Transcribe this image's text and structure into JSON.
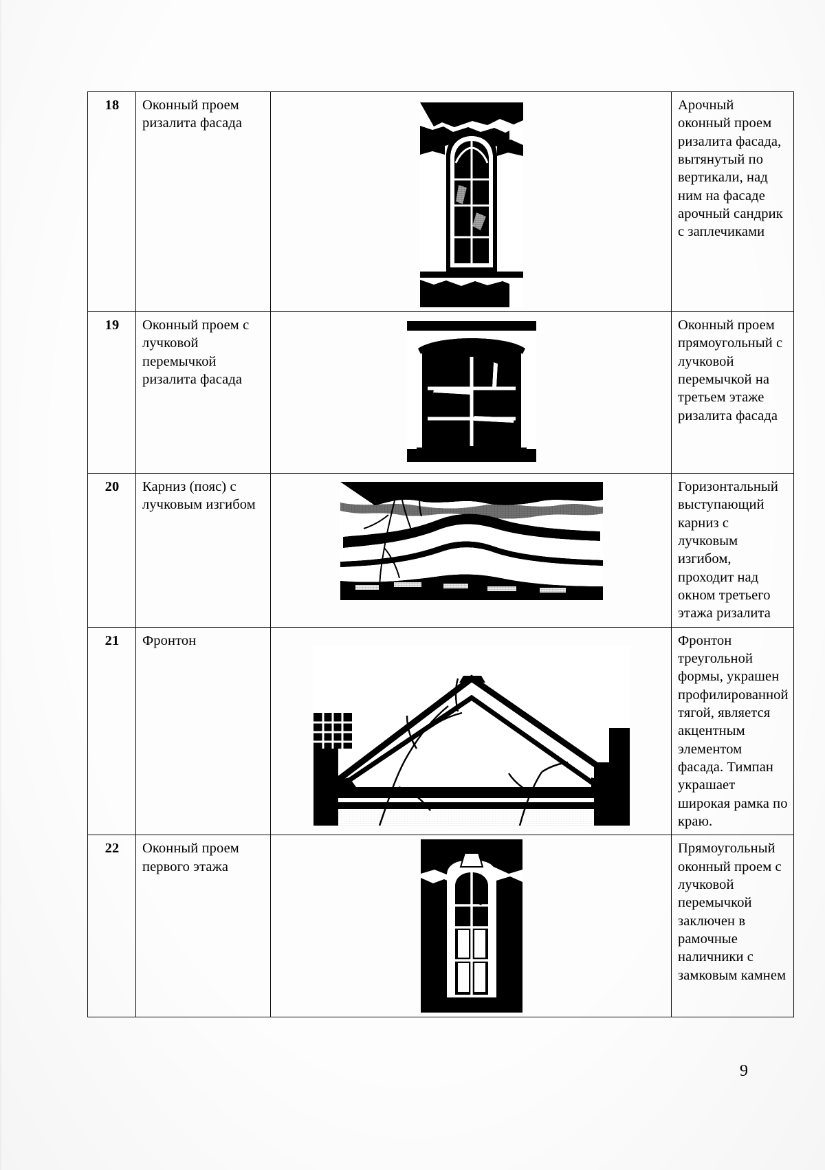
{
  "document": {
    "page_number": "9",
    "columns": [
      "",
      "",
      "",
      ""
    ],
    "rows": [
      {
        "num": "18",
        "name": "Оконный проем ризалита фасада",
        "image": "arched-window-photo",
        "description": "Арочный оконный проем ризалита фасада, вытянутый по вертикали, над ним на фасаде арочный сандрик с заплечиками"
      },
      {
        "num": "19",
        "name": "Оконный проем с лучковой перемычкой ризалита фасада",
        "image": "segmental-arch-window-photo",
        "description": "Оконный проем прямоугольный с лучковой перемычкой на третьем этаже ризалита фасада"
      },
      {
        "num": "20",
        "name": "Карниз (пояс) с лучковым изгибом",
        "image": "cornice-belt-photo",
        "description": "Горизонтальный выступающий карниз с лучковым изгибом, проходит над окном третьего этажа ризалита"
      },
      {
        "num": "21",
        "name": "Фронтон",
        "image": "pediment-photo",
        "description": "Фронтон треугольной формы, украшен профилированной тягой, является акцентным элементом фасада. Тимпан украшает широкая рамка по краю."
      },
      {
        "num": "22",
        "name": "Оконный проем первого этажа",
        "image": "ground-floor-window-photo",
        "description": "Прямоугольный оконный проем с лучковой перемычкой заключен в рамочные наличники с замковым камнем"
      }
    ]
  },
  "colors": {
    "ink": "#0a0a0a",
    "paper": "#fdfdfd",
    "photo_dark": "#111111",
    "photo_light": "#f2f0ee"
  }
}
